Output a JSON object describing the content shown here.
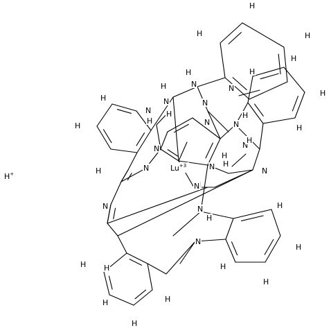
{
  "diagram": {
    "kind": "chemical-structure",
    "ion_label": "Lu",
    "ion_charge": "+3",
    "proton_label": "H",
    "proton_charge": "+",
    "atom_labels": [
      "H",
      "H",
      "H",
      "H",
      "H",
      "H",
      "H",
      "H",
      "H",
      "H",
      "H",
      "H",
      "H",
      "H",
      "H",
      "H",
      "H",
      "H",
      "H",
      "H",
      "H",
      "H",
      "H",
      "H",
      "H",
      "N",
      "N",
      "N",
      "N",
      "N",
      "N",
      "N",
      "N",
      "N",
      "N",
      "N",
      "N",
      "N",
      "N",
      "N",
      "N",
      "H",
      "H",
      "H",
      "H"
    ],
    "bond_line_color": "#000000",
    "background_color": "#ffffff"
  }
}
